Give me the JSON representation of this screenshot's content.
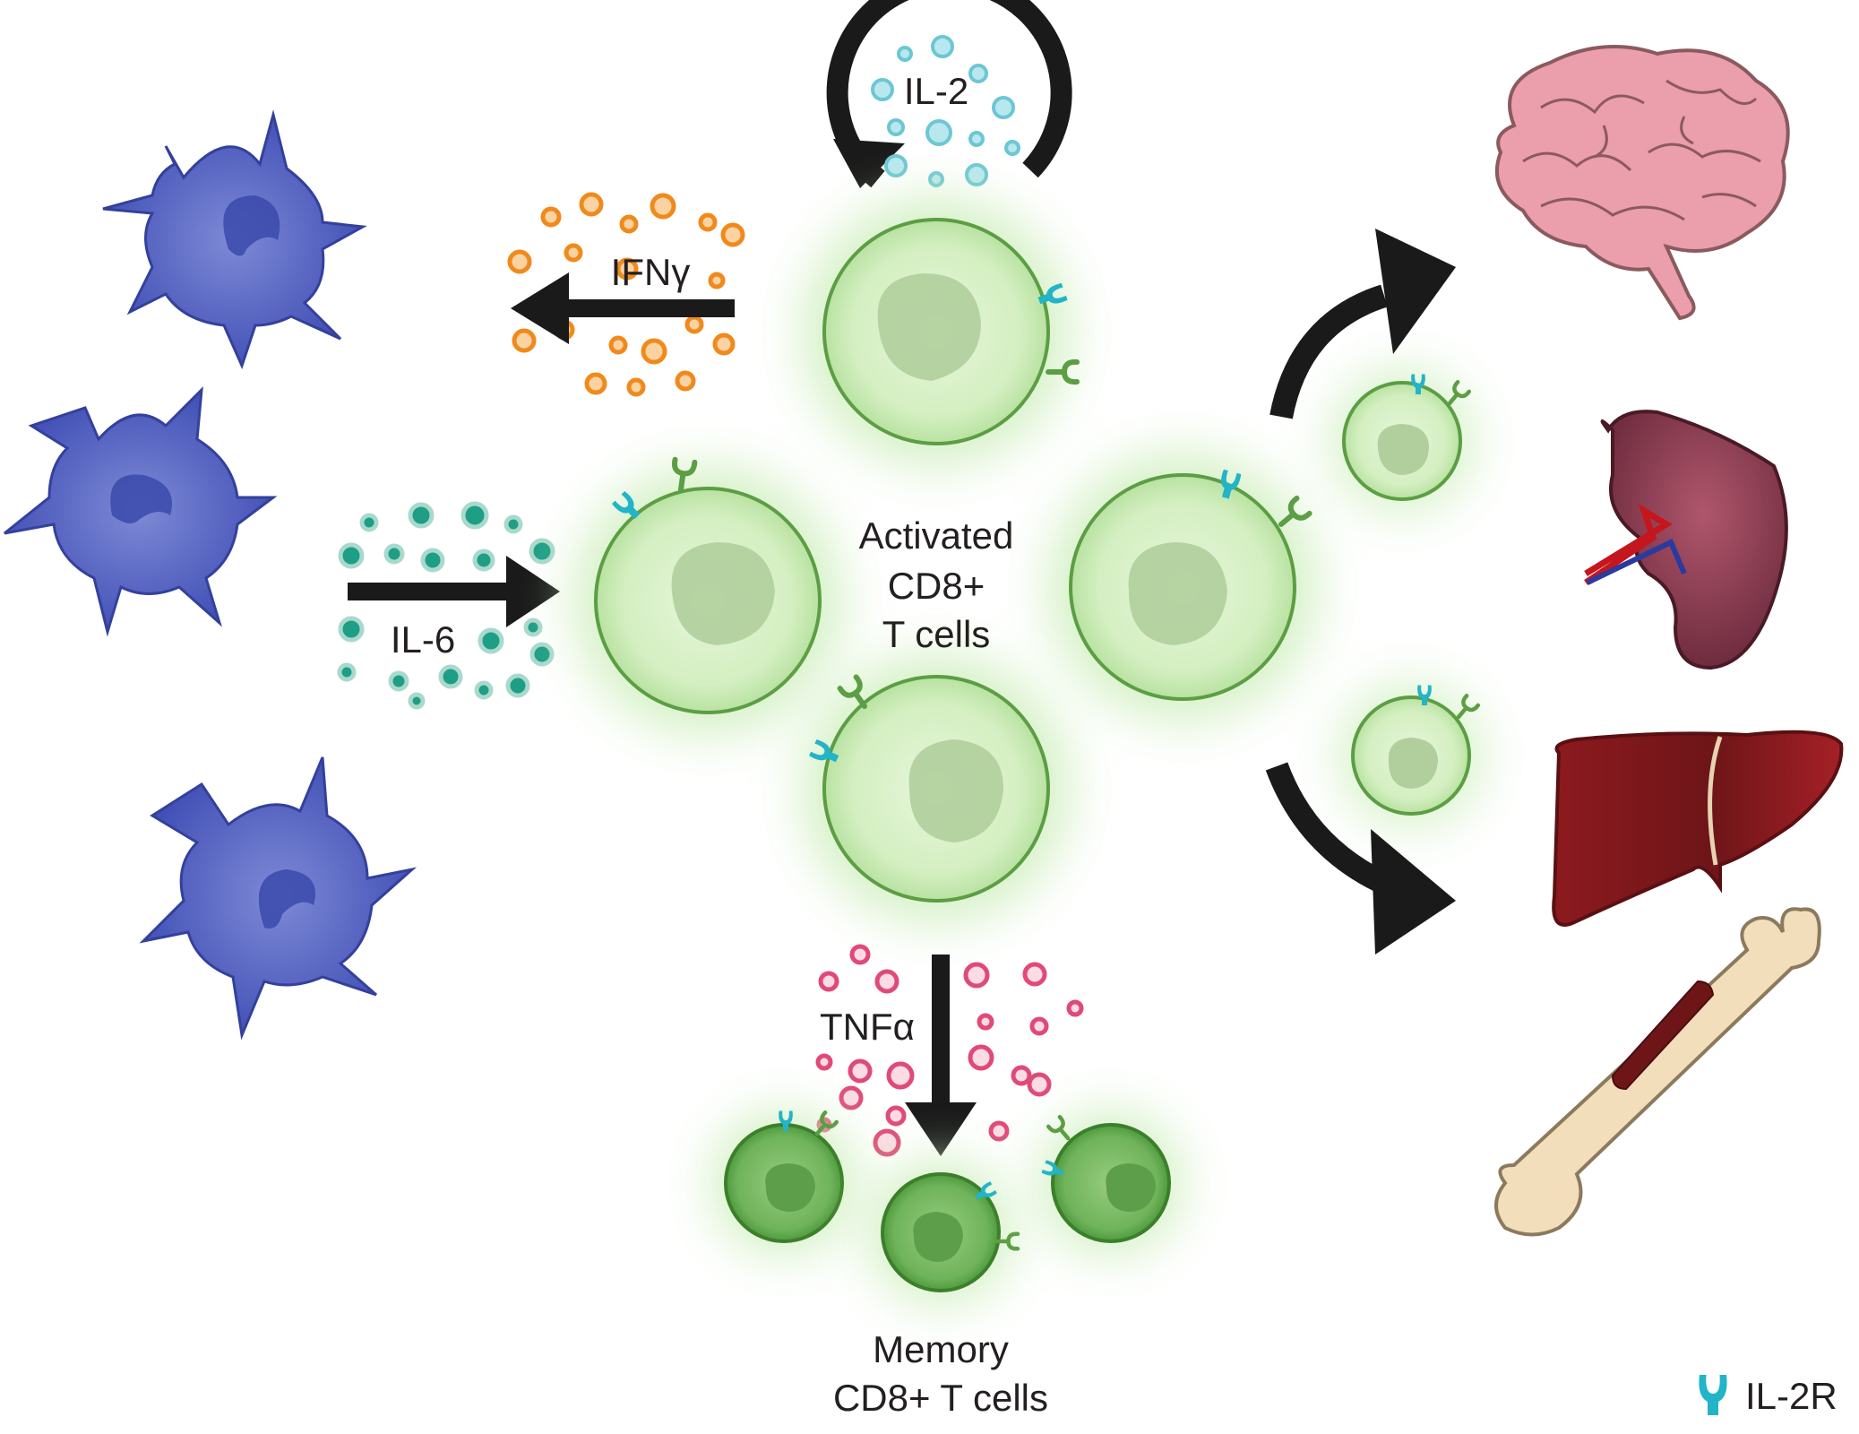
{
  "labels": {
    "il2": "IL-2",
    "ifng": "IFNγ",
    "il6": "IL-6",
    "tnfa": "TNFα",
    "activated_line1": "Activated",
    "activated_line2": "CD8+",
    "activated_line3": "T cells",
    "memory_line1": "Memory",
    "memory_line2": "CD8+ T cells",
    "legend_il2r": "IL-2R"
  },
  "colors": {
    "dendritic_cell": "#4f5fbf",
    "activated_cell": "#d4f0c2",
    "memory_cell": "#6fb35a",
    "il2": "#7ecfd9",
    "ifng": "#f39a2e",
    "il6": "#1e9e84",
    "tnfa": "#f2a1b8",
    "il2r": "#22b4c8",
    "brain": "#eb9eab",
    "kidney": "#8a3a50",
    "liver": "#8e1b20",
    "bone": "#f2deba"
  },
  "icons": {
    "receptor": "il2r-receptor-icon",
    "brain": "brain-icon",
    "kidney": "kidney-icon",
    "liver": "liver-icon",
    "bone": "bone-icon"
  }
}
